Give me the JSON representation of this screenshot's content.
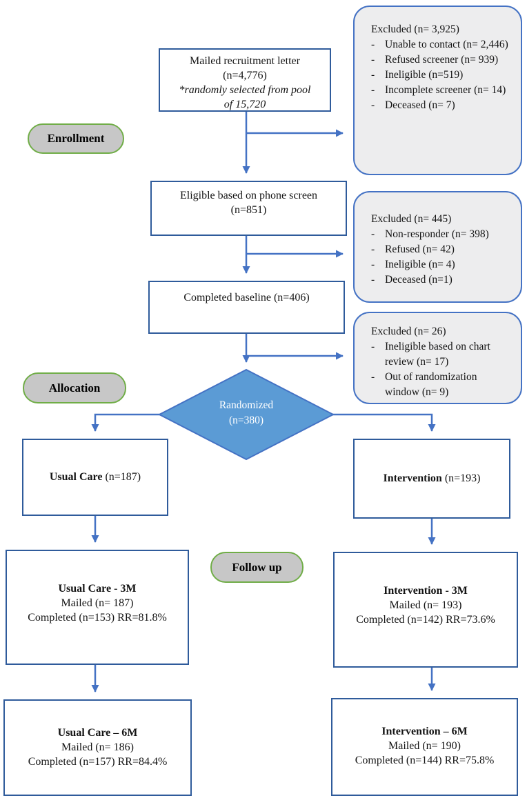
{
  "stages": {
    "enrollment_label": "Enrollment",
    "allocation_label": "Allocation",
    "followup_label": "Follow up"
  },
  "boxes": {
    "mailed": {
      "line1": "Mailed recruitment letter",
      "line2": "(n=4,776)",
      "note1": "*randomly selected from pool",
      "note2": "of 15,720"
    },
    "eligible": {
      "line1": "Eligible based on phone screen",
      "line2": "(n=851)"
    },
    "baseline": {
      "line1": "Completed baseline (n=406)"
    },
    "randomized": {
      "line1": "Randomized",
      "line2": "(n=380)"
    },
    "usual_care": {
      "bold": "Usual Care",
      "rest": " (n=187)"
    },
    "intervention": {
      "bold": "Intervention",
      "rest": " (n=193)"
    },
    "usual_care_3m": {
      "title": "Usual Care - 3M",
      "mailed": "Mailed (n= 187)",
      "completed": "Completed (n=153) RR=81.8%"
    },
    "intervention_3m": {
      "title": "Intervention - 3M",
      "mailed": "Mailed (n= 193)",
      "completed": "Completed (n=142) RR=73.6%"
    },
    "usual_care_6m": {
      "title": "Usual Care – 6M",
      "mailed": "Mailed (n= 186)",
      "completed": "Completed (n=157) RR=84.4%"
    },
    "intervention_6m": {
      "title": "Intervention – 6M",
      "mailed": "Mailed (n= 190)",
      "completed": "Completed (n=144) RR=75.8%"
    }
  },
  "exclusions": {
    "ex1": {
      "title": "Excluded (n= 3,925)",
      "items": [
        "Unable to contact (n= 2,446)",
        "Refused screener (n= 939)",
        "Ineligible (n=519)",
        "Incomplete screener (n= 14)",
        "Deceased (n= 7)"
      ]
    },
    "ex2": {
      "title": "Excluded (n= 445)",
      "items": [
        "Non-responder (n= 398)",
        "Refused (n= 42)",
        "Ineligible (n= 4)",
        "Deceased (n=1)"
      ]
    },
    "ex3": {
      "title": "Excluded (n= 26)",
      "items": [
        "Ineligible based on chart review (n= 17)",
        "Out of randomization window (n= 9)"
      ]
    }
  },
  "colors": {
    "line_blue": "#4472c4",
    "box_border": "#2f5b9b",
    "diamond_fill": "#5b9bd5",
    "diamond_text": "#ffffff",
    "excluded_fill": "#ededee",
    "pill_fill": "#c7c7c7",
    "pill_border": "#70ad47"
  }
}
